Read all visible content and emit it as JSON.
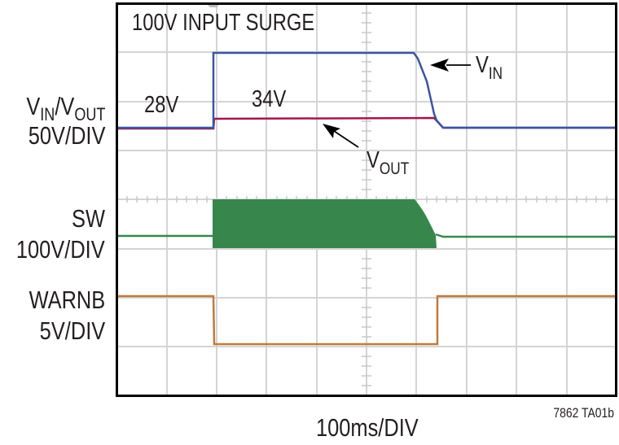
{
  "chart_data": {
    "type": "line",
    "title": "100V INPUT SURGE",
    "xlabel": "100ms/DIV",
    "figure_id": "7862 TA01b",
    "grid": true,
    "divisions": {
      "x": 10,
      "y": 8
    },
    "time_per_div_ms": 100,
    "series": [
      {
        "name": "VIN",
        "channel_label": "VIN/VOUT",
        "scale": "50V/DIV",
        "color": "#3a55a4",
        "points_ms_V": [
          [
            0,
            28
          ],
          [
            197,
            28
          ],
          [
            197,
            100
          ],
          [
            597,
            100
          ],
          [
            640,
            42
          ],
          [
            652,
            28
          ],
          [
            1000,
            28
          ]
        ]
      },
      {
        "name": "VOUT",
        "channel_label": "VIN/VOUT",
        "scale": "50V/DIV",
        "color": "#a3174a",
        "points_ms_V": [
          [
            0,
            28
          ],
          [
            197,
            28
          ],
          [
            197,
            34
          ],
          [
            635,
            34
          ],
          [
            652,
            28
          ],
          [
            1000,
            28
          ]
        ]
      },
      {
        "name": "SW",
        "scale": "100V/DIV",
        "color": "#37874d",
        "description": "Switching burst between ~197ms and ~640ms, envelope 0V to ~100V, tapering during VIN fall"
      },
      {
        "name": "WARNB",
        "scale": "5V/DIV",
        "color": "#c07a3a",
        "points_ms_V": [
          [
            0,
            5
          ],
          [
            197,
            5
          ],
          [
            197,
            0
          ],
          [
            640,
            0
          ],
          [
            640,
            5
          ],
          [
            1000,
            5
          ]
        ]
      }
    ],
    "annotations": [
      "28V",
      "34V",
      "VIN",
      "VOUT"
    ]
  },
  "title": "100V INPUT SURGE",
  "left_labels": {
    "vin_vout_main": "V",
    "vin_sub": "IN",
    "slash": "/V",
    "vout_sub": "OUT",
    "vin_vout_scale": "50V/DIV",
    "sw_name": "SW",
    "sw_scale": "100V/DIV",
    "warnb_name": "WARNB",
    "warnb_scale": "5V/DIV"
  },
  "annotations": {
    "v28": "28V",
    "v34": "34V",
    "vin_main": "V",
    "vin_sub": "IN",
    "vout_main": "V",
    "vout_sub": "OUT"
  },
  "xlabel": "100ms/DIV",
  "figure_id": "7862 TA01b",
  "colors": {
    "vin": "#3a55a4",
    "vout": "#a3174a",
    "sw": "#37874d",
    "warnb": "#c07a3a",
    "grid": "#d4d4d4",
    "frame": "#000000"
  }
}
